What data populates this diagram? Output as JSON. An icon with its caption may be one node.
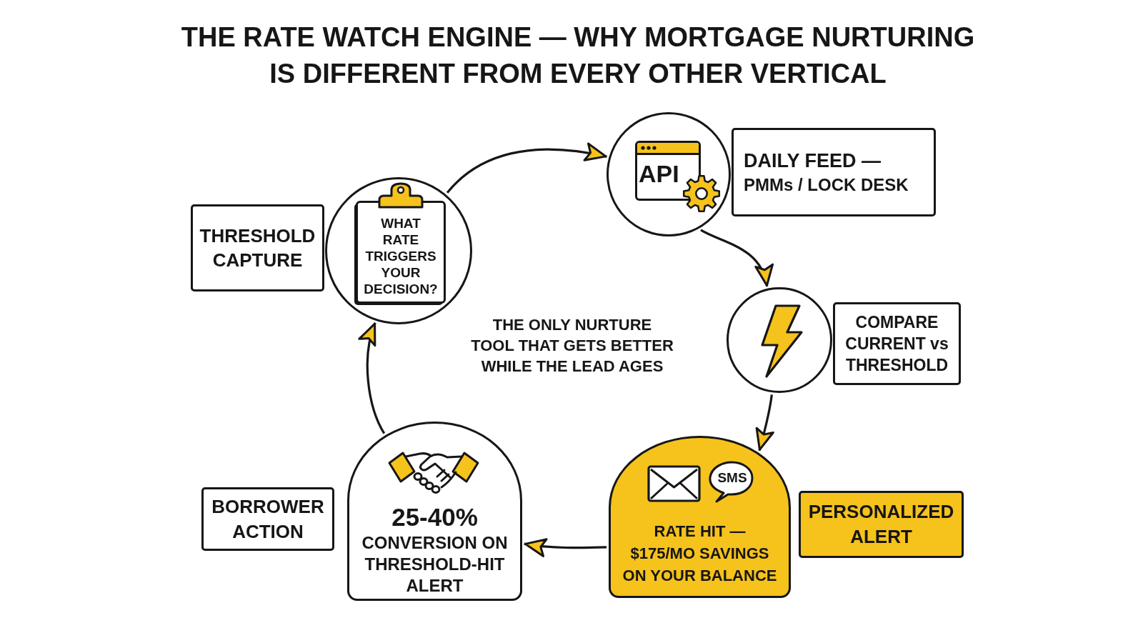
{
  "diagram": {
    "title": "THE RATE WATCH ENGINE — WHY MORTGAGE NURTURING IS DIFFERENT FROM EVERY OTHER VERTICAL",
    "nodes": [
      {
        "text": [
          "THRESHOLD CAPTURE"
        ]
      },
      {
        "text": [
          "WHAT RATE TRIGGERS YOUR DECISION?"
        ]
      },
      {
        "text": [
          "API"
        ]
      },
      {
        "text": [
          "DAILY FEED —",
          "PMMs / LOCK DESK"
        ]
      },
      {
        "text": [],
        "shape": "circle"
      },
      {
        "text": [
          "COMPARE CURRENT vs THRESHOLD"
        ]
      },
      {
        "text": [
          "SMS",
          "RATE HIT — $175/MO SAVINGS ON YOUR BALANCE"
        ]
      },
      {
        "text": [
          "PERSONALIZED ALERT"
        ]
      },
      {
        "text": [
          "BORROWER ACTION"
        ]
      },
      {
        "text": [
          "25-40%",
          "CONVERSION ON THRESHOLD-HIT ALERT"
        ]
      }
    ],
    "edges": [
      {
        "from": 1,
        "to": 2,
        "arrow": "to"
      },
      {
        "from": 2,
        "to": 4,
        "arrow": "to"
      },
      {
        "from": 4,
        "to": 6,
        "arrow": "to"
      },
      {
        "from": 6,
        "to": 9,
        "arrow": "to"
      },
      {
        "from": 9,
        "to": 1,
        "arrow": "to"
      }
    ],
    "labels": [
      "THE ONLY NURTURE TOOL THAT GETS BETTER WHILE THE LEAD AGES"
    ]
  }
}
